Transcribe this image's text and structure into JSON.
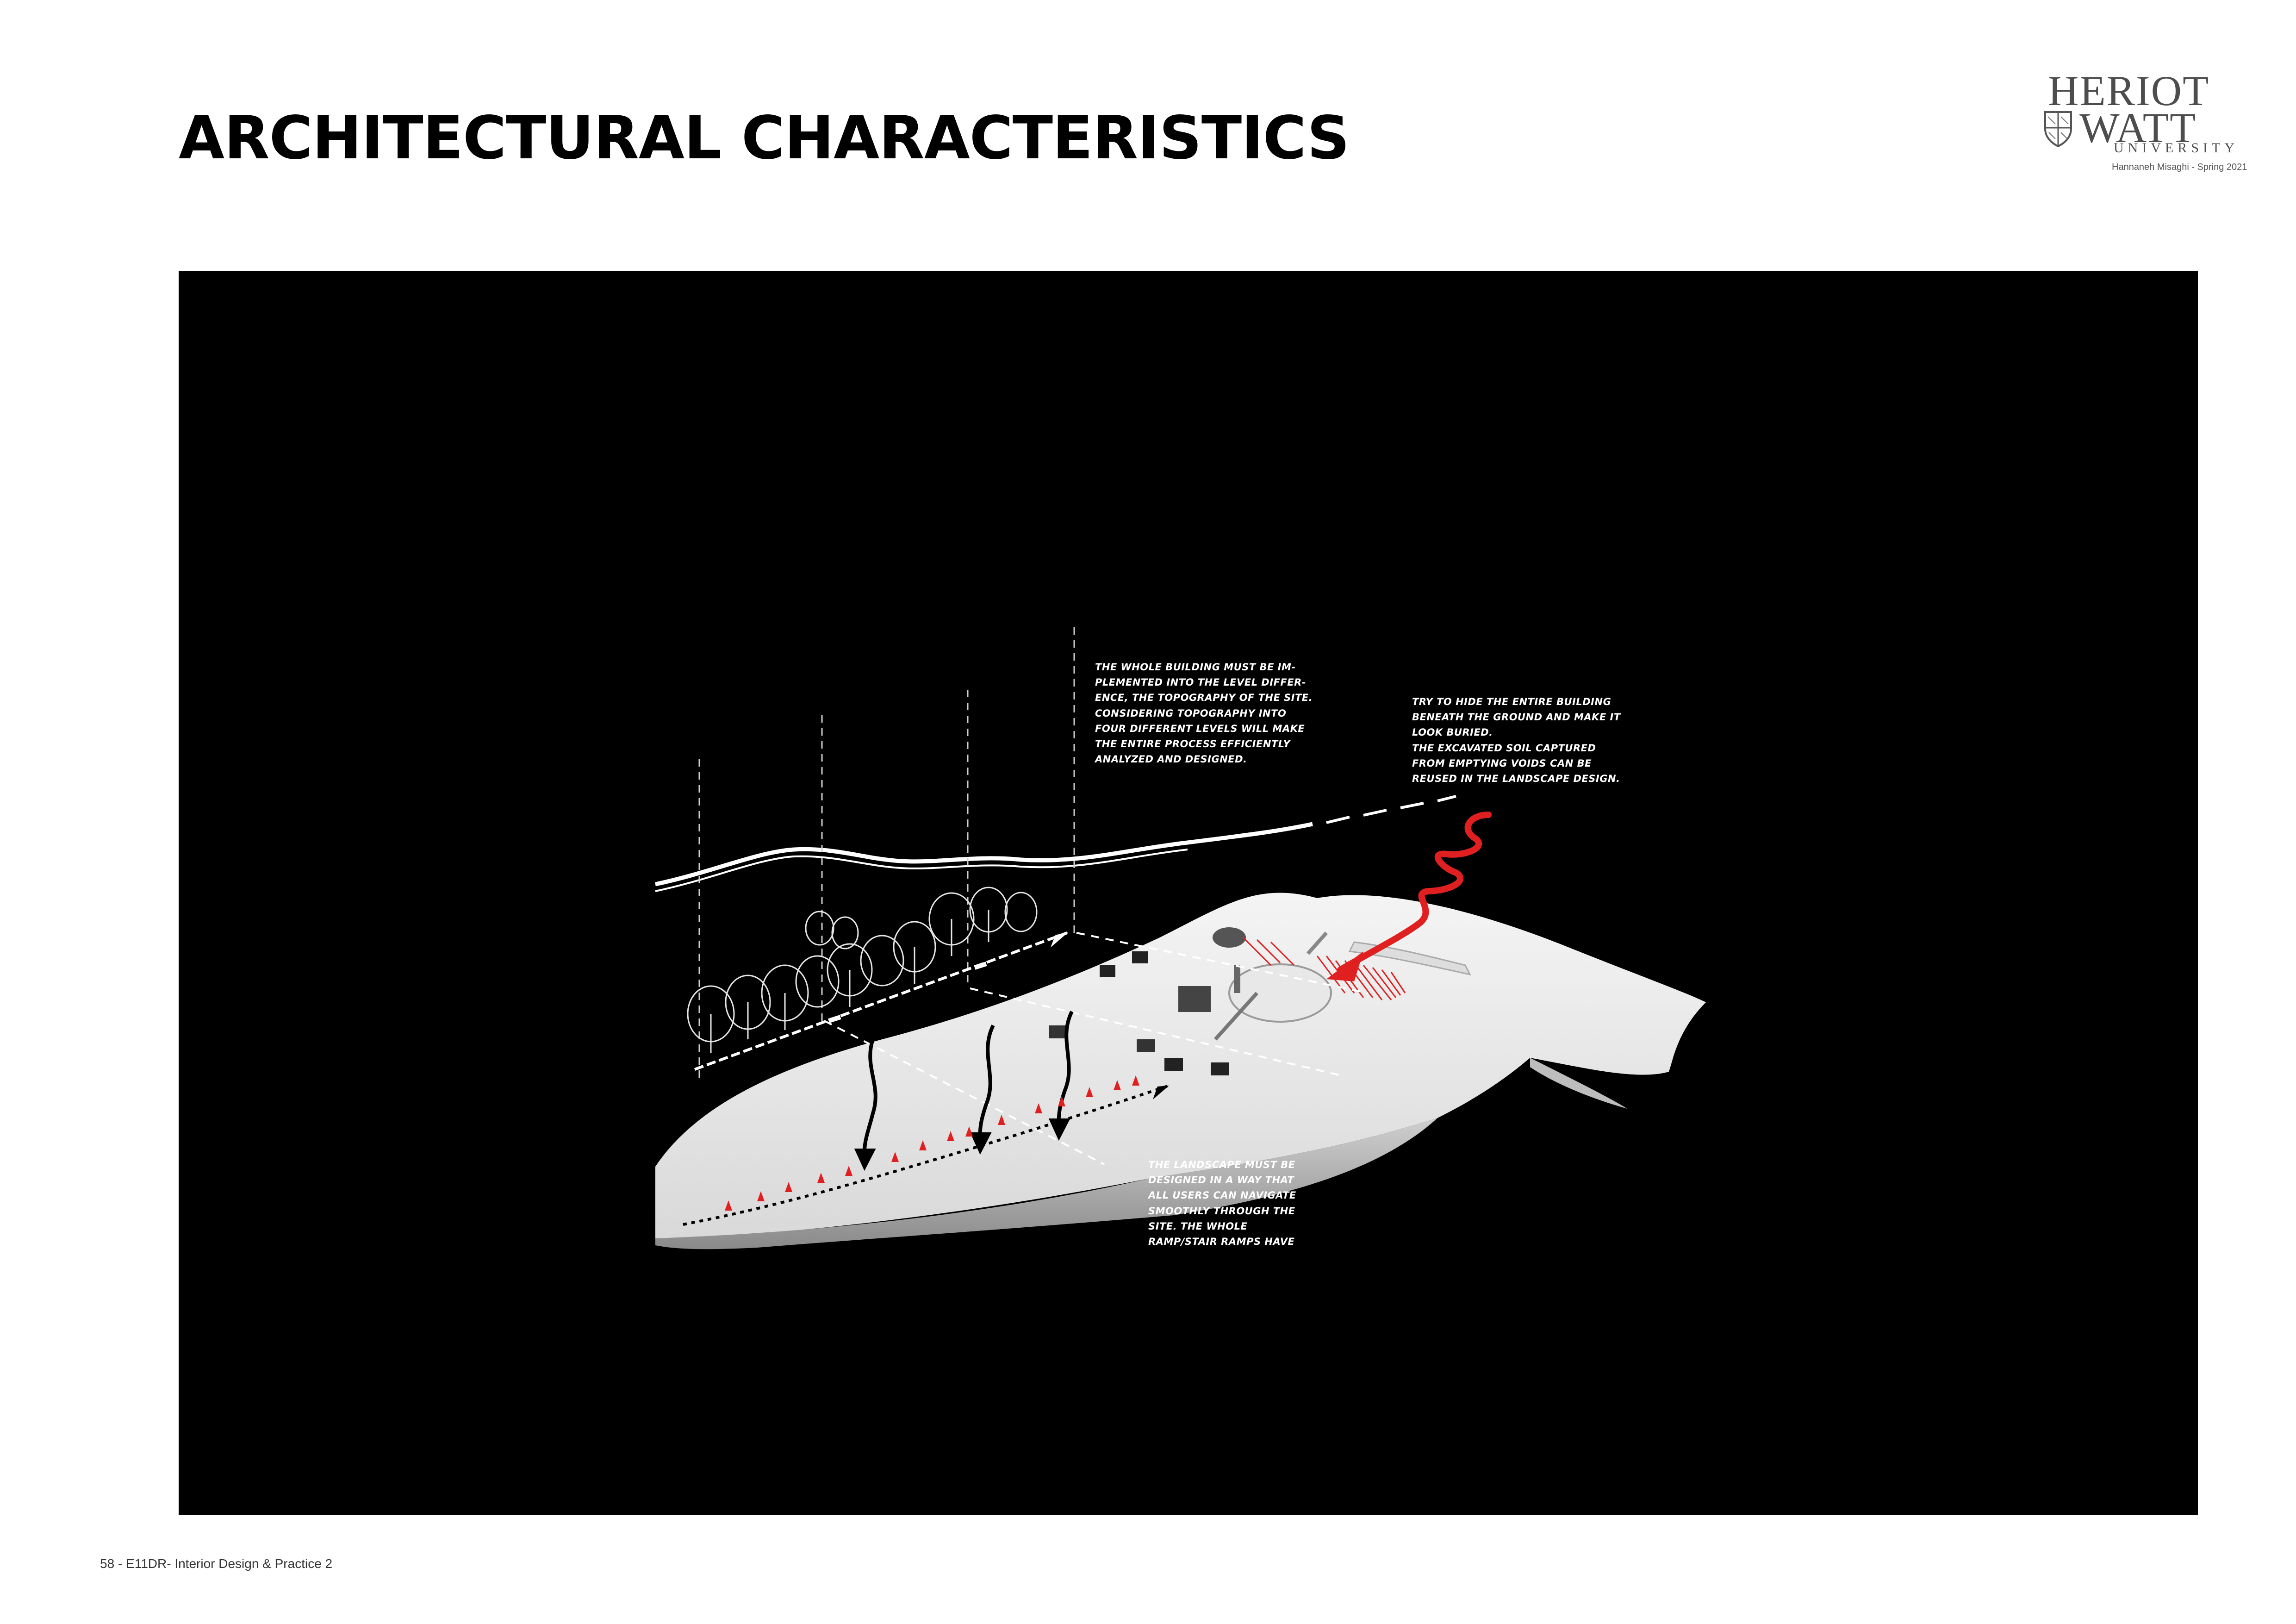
{
  "page": {
    "title": "ARCHITECTURAL CHARACTERISTICS",
    "footer": "58  - E11DR- Interior Design & Practice 2"
  },
  "logo": {
    "line1": "HERIOT",
    "line2": "WATT",
    "line3": "UNIVERSITY",
    "credit": "Hannaneh Misaghi - Spring 2021",
    "crest_icon": "shield-crest-icon"
  },
  "diagram": {
    "background": "#000000",
    "accent": "#e02020",
    "notes": {
      "levels": [
        "The whole building must be im-",
        "plemented into the level differ-",
        "ence, the topography of the site.",
        "Considering topography into",
        "four different levels will make",
        "the entire process efficiently",
        "analyzed and designed."
      ],
      "buried": [
        "Try to hide the entire building",
        "beneath the ground and make it",
        "look buried.",
        "The excavated soil captured",
        "from emptying voids can be",
        "reused in the landscape design."
      ],
      "landscape": [
        "The landscape must be",
        "designed in a way that",
        "all users can navigate",
        "smoothly through the",
        "site. The whole",
        "ramp/stair ramps have"
      ]
    }
  }
}
